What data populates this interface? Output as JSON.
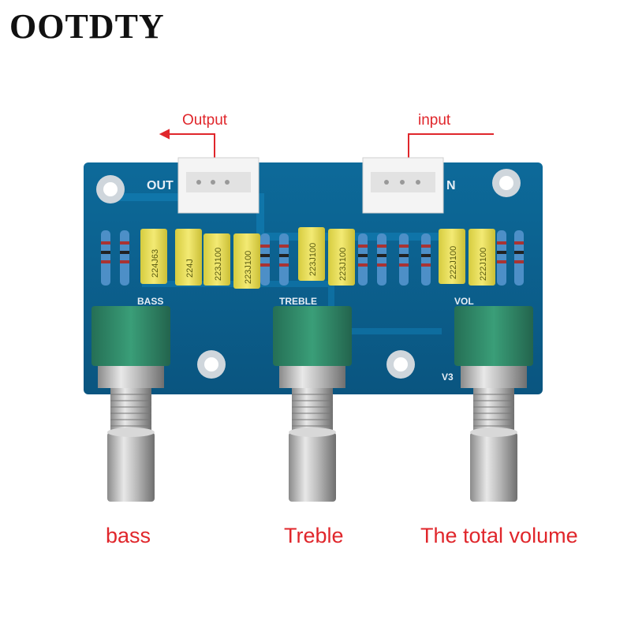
{
  "brand": "OOTDTY",
  "callouts": {
    "output": "Output",
    "input": "input"
  },
  "board_labels": {
    "out": "OUT",
    "in": "N",
    "bass": "BASS",
    "treble": "TREBLE",
    "vol": "VOL",
    "version": "V3"
  },
  "capacitors": [
    "224J63",
    "224J",
    "223J100",
    "223J100",
    "223J100",
    "223J100",
    "222J100",
    "222J100"
  ],
  "captions": {
    "bass": "bass",
    "treble": "Treble",
    "volume": "The total volume"
  },
  "colors": {
    "pcb": "#0b5e8a",
    "pot_body": "#2f8f6b",
    "capacitor": "#e8df5a",
    "accent_red": "#e0262b"
  }
}
